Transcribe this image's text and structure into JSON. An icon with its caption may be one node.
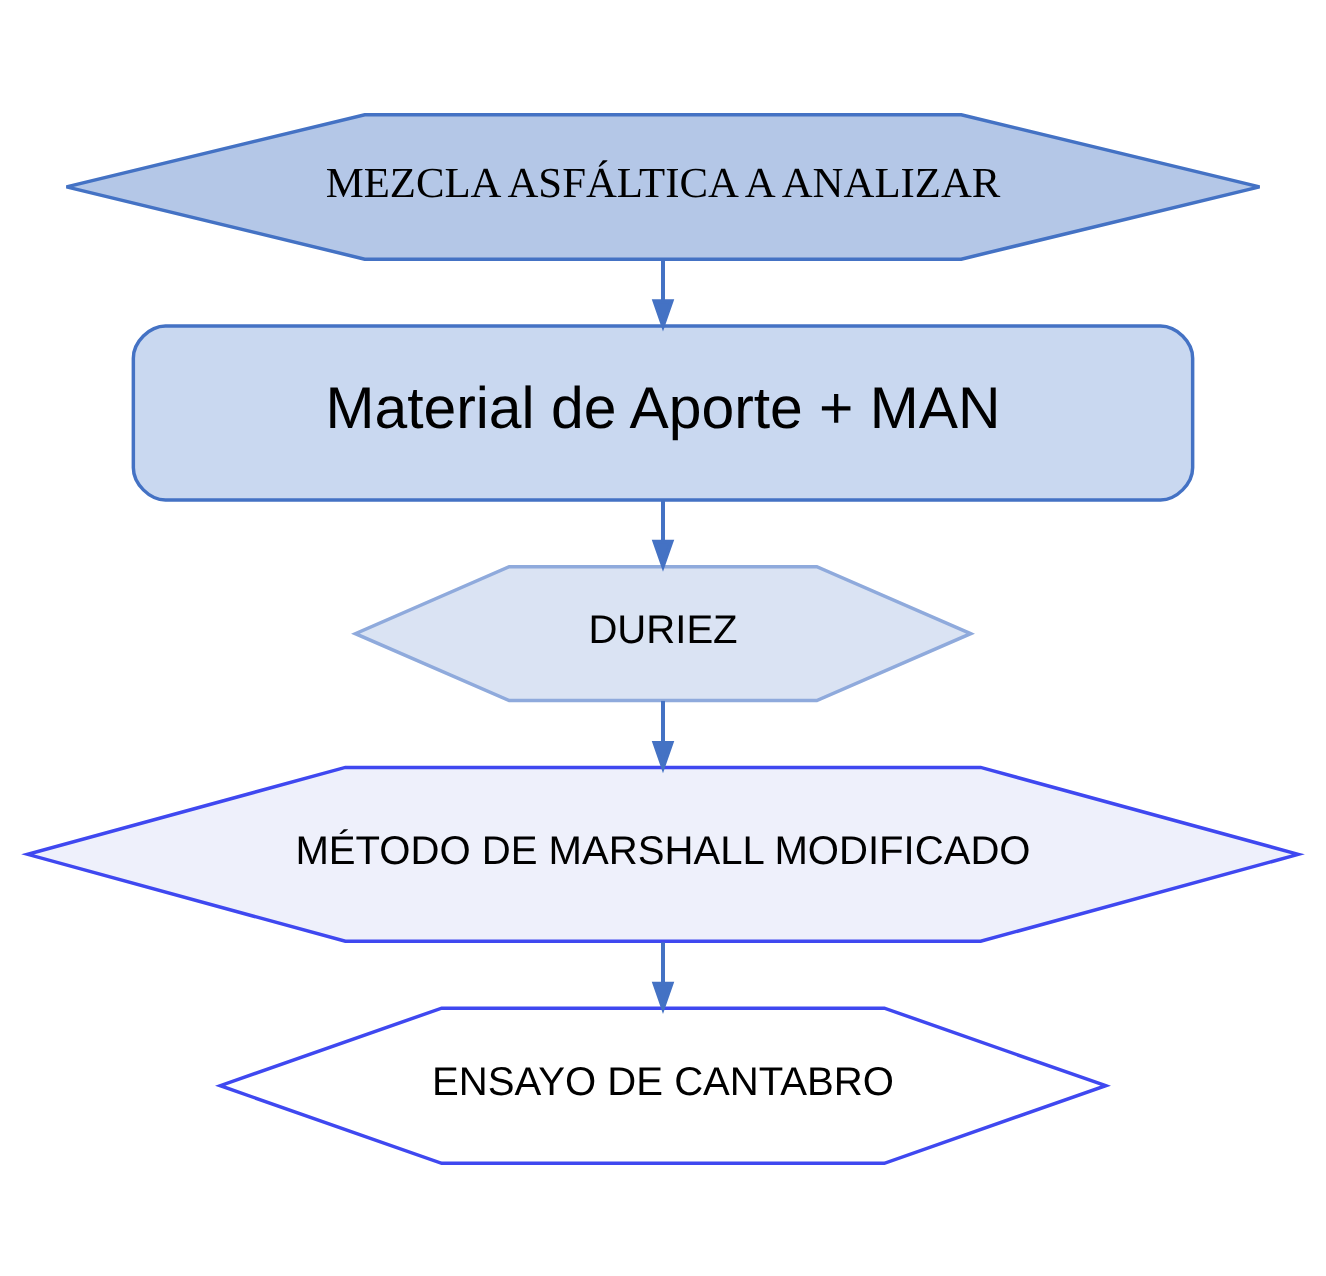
{
  "diagram": {
    "nodes": [
      {
        "text": [
          "MEZCLA ASFÁLTICA A ANALIZAR"
        ]
      },
      {
        "text": [
          "Material de Aporte + MAN"
        ]
      },
      {
        "text": [
          "DURIEZ"
        ]
      },
      {
        "text": [
          "MÉTODO DE MARSHALL MODIFICADO"
        ]
      },
      {
        "text": [
          "ENSAYO DE CANTABRO"
        ]
      }
    ],
    "edges": [
      {
        "from": 0,
        "to": 1,
        "arrow": "to"
      },
      {
        "from": 1,
        "to": 2,
        "arrow": "to"
      },
      {
        "from": 2,
        "to": 3,
        "arrow": "to"
      },
      {
        "from": 3,
        "to": 4,
        "arrow": "to"
      }
    ]
  }
}
